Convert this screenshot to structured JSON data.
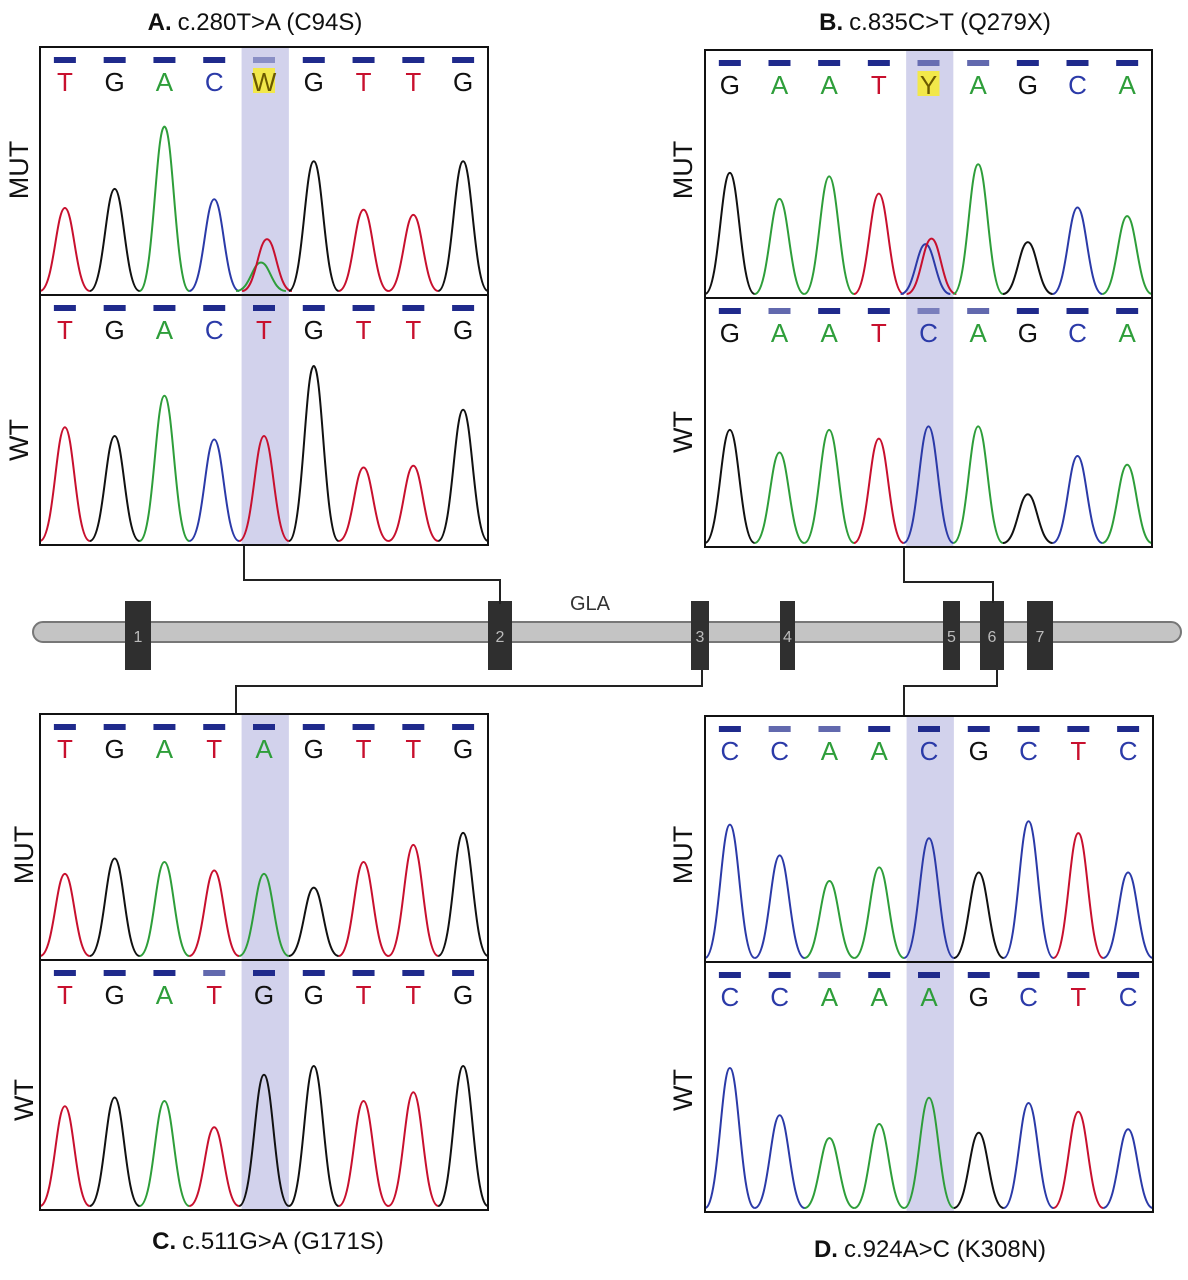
{
  "colors": {
    "T": "#c8102e",
    "G": "#111111",
    "A": "#2e9e3a",
    "C": "#2b3aa8",
    "ambiguous": "#6b5a00",
    "highlight": "#d2d2ec",
    "qualityBar": "#1f2a8c",
    "ambiguousBg": "#f2e84a",
    "gene": "#c4c4c4",
    "exon": "#2f2f2f"
  },
  "gene": {
    "name": "GLA",
    "exons": [
      "1",
      "2",
      "3",
      "4",
      "5",
      "6",
      "7"
    ]
  },
  "panels": [
    {
      "letter": "A.",
      "mutation": "c.280T>A (C94S)",
      "rows": [
        {
          "label": "MUT",
          "bases": [
            "T",
            "G",
            "A",
            "C",
            "W",
            "G",
            "T",
            "T",
            "G"
          ]
        },
        {
          "label": "WT",
          "bases": [
            "T",
            "G",
            "A",
            "C",
            "T",
            "G",
            "T",
            "T",
            "G"
          ]
        }
      ]
    },
    {
      "letter": "B.",
      "mutation": "c.835C>T (Q279X)",
      "rows": [
        {
          "label": "MUT",
          "bases": [
            "G",
            "A",
            "A",
            "T",
            "Y",
            "A",
            "G",
            "C",
            "A"
          ]
        },
        {
          "label": "WT",
          "bases": [
            "G",
            "A",
            "A",
            "T",
            "C",
            "A",
            "G",
            "C",
            "A"
          ]
        }
      ]
    },
    {
      "letter": "C.",
      "mutation": "c.511G>A (G171S)",
      "rows": [
        {
          "label": "MUT",
          "bases": [
            "T",
            "G",
            "A",
            "T",
            "A",
            "G",
            "T",
            "T",
            "G"
          ]
        },
        {
          "label": "WT",
          "bases": [
            "T",
            "G",
            "A",
            "T",
            "G",
            "G",
            "T",
            "T",
            "G"
          ]
        }
      ]
    },
    {
      "letter": "D.",
      "mutation": "c.924A>C (K308N)",
      "rows": [
        {
          "label": "MUT",
          "bases": [
            "C",
            "C",
            "A",
            "A",
            "C",
            "G",
            "C",
            "T",
            "C"
          ]
        },
        {
          "label": "WT",
          "bases": [
            "C",
            "C",
            "A",
            "A",
            "A",
            "G",
            "C",
            "T",
            "C"
          ]
        }
      ]
    }
  ]
}
